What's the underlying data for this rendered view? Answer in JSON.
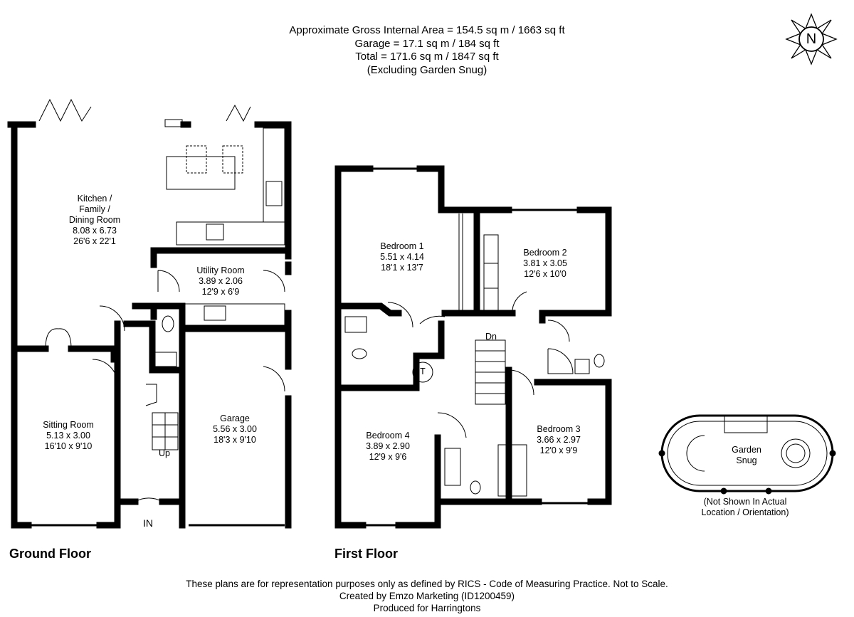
{
  "header": {
    "line1": "Approximate Gross Internal Area = 154.5 sq m / 1663 sq ft",
    "line2": "Garage = 17.1 sq m / 184 sq ft",
    "line3": "Total = 171.6 sq m / 1847 sq ft",
    "line4": "(Excluding Garden Snug)"
  },
  "compass": {
    "label": "N"
  },
  "ground_floor": {
    "title": "Ground Floor",
    "rooms": [
      {
        "name1": "Kitchen /",
        "name2": "Family /",
        "name3": "Dining Room",
        "metric": "8.08 x 6.73",
        "imperial": "26'6 x 22'1"
      },
      {
        "name": "Utility Room",
        "metric": "3.89 x 2.06",
        "imperial": "12'9 x 6'9"
      },
      {
        "name": "Sitting Room",
        "metric": "5.13 x 3.00",
        "imperial": "16'10 x 9'10"
      },
      {
        "name": "Garage",
        "metric": "5.56 x 3.00",
        "imperial": "18'3 x 9'10"
      }
    ],
    "stairs_label": "Up",
    "entrance_label": "IN"
  },
  "first_floor": {
    "title": "First Floor",
    "rooms": [
      {
        "name": "Bedroom 1",
        "metric": "5.51 x 4.14",
        "imperial": "18'1 x 13'7"
      },
      {
        "name": "Bedroom 2",
        "metric": "3.81 x 3.05",
        "imperial": "12'6 x 10'0"
      },
      {
        "name": "Bedroom 3",
        "metric": "3.66 x 2.97",
        "imperial": "12'0 x 9'9"
      },
      {
        "name": "Bedroom 4",
        "metric": "3.89 x 2.90",
        "imperial": "12'9 x 9'6"
      }
    ],
    "stairs_label": "Dn",
    "tank_label": "T"
  },
  "garden_snug": {
    "name1": "Garden",
    "name2": "Snug",
    "note1": "(Not Shown In Actual",
    "note2": "Location / Orientation)"
  },
  "footer": {
    "line1": "These plans are for representation purposes only as defined by RICS - Code of Measuring Practice. Not to Scale.",
    "line2": "Created by Emzo Marketing (ID1200459)",
    "line3": "Produced for Harringtons"
  }
}
